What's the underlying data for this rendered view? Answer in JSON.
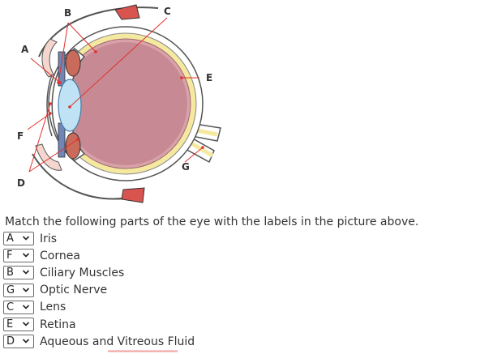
{
  "figure": {
    "labels": {
      "a": "A",
      "b": "B",
      "c": "C",
      "d": "D",
      "e": "E",
      "f": "F",
      "g": "G"
    }
  },
  "question": {
    "prompt": "Match the following parts of the eye with the labels in the picture above."
  },
  "answers": [
    {
      "selected": "A",
      "term": "Iris"
    },
    {
      "selected": "F",
      "term": "Cornea"
    },
    {
      "selected": "B",
      "term": "Ciliary Muscles"
    },
    {
      "selected": "G",
      "term": "Optic Nerve"
    },
    {
      "selected": "C",
      "term": "Lens"
    },
    {
      "selected": "E",
      "term": "Retina"
    },
    {
      "selected": "D",
      "term": "Aqueous and Vitreous Fluid"
    }
  ],
  "colors": {
    "vitreous": "#c78a94",
    "sclera_yellow": "#f5e9a0",
    "lens_blue": "#bfe3f5",
    "muscle_red": "#d9534f",
    "pointer_red": "#e0312b",
    "spellcheck": "#f2a0a0"
  }
}
